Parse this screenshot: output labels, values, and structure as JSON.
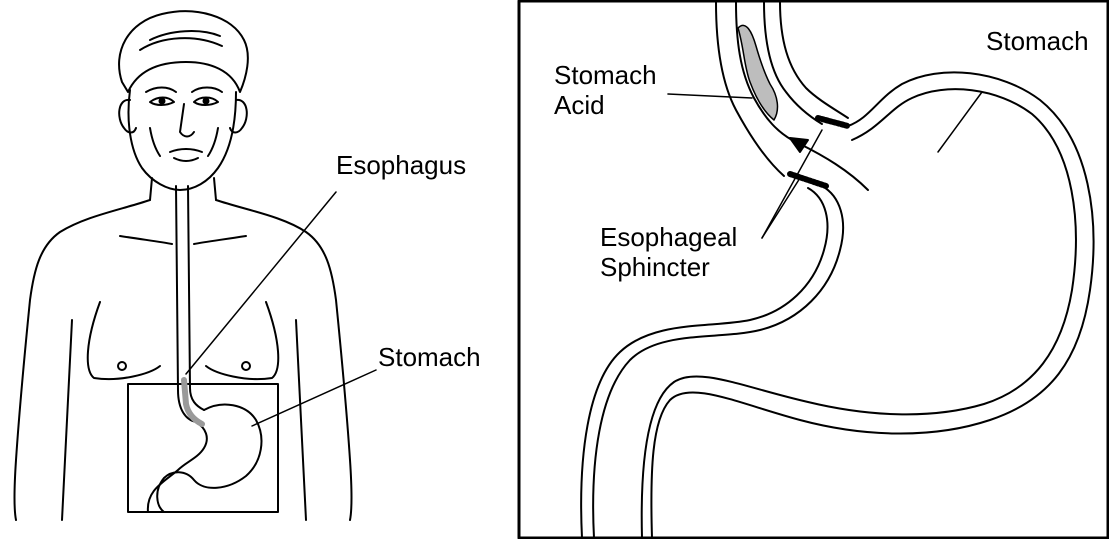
{
  "colors": {
    "ink": "#000000",
    "background": "#ffffff",
    "acid": "#9a9a9a"
  },
  "left_panel": {
    "labels": {
      "esophagus": "Esophagus",
      "stomach": "Stomach"
    }
  },
  "right_panel": {
    "labels": {
      "stomach": "Stomach",
      "stomach_acid_line1": "Stomach",
      "stomach_acid_line2": "Acid",
      "sphincter_line1": "Esophageal",
      "sphincter_line2": "Sphincter"
    }
  }
}
